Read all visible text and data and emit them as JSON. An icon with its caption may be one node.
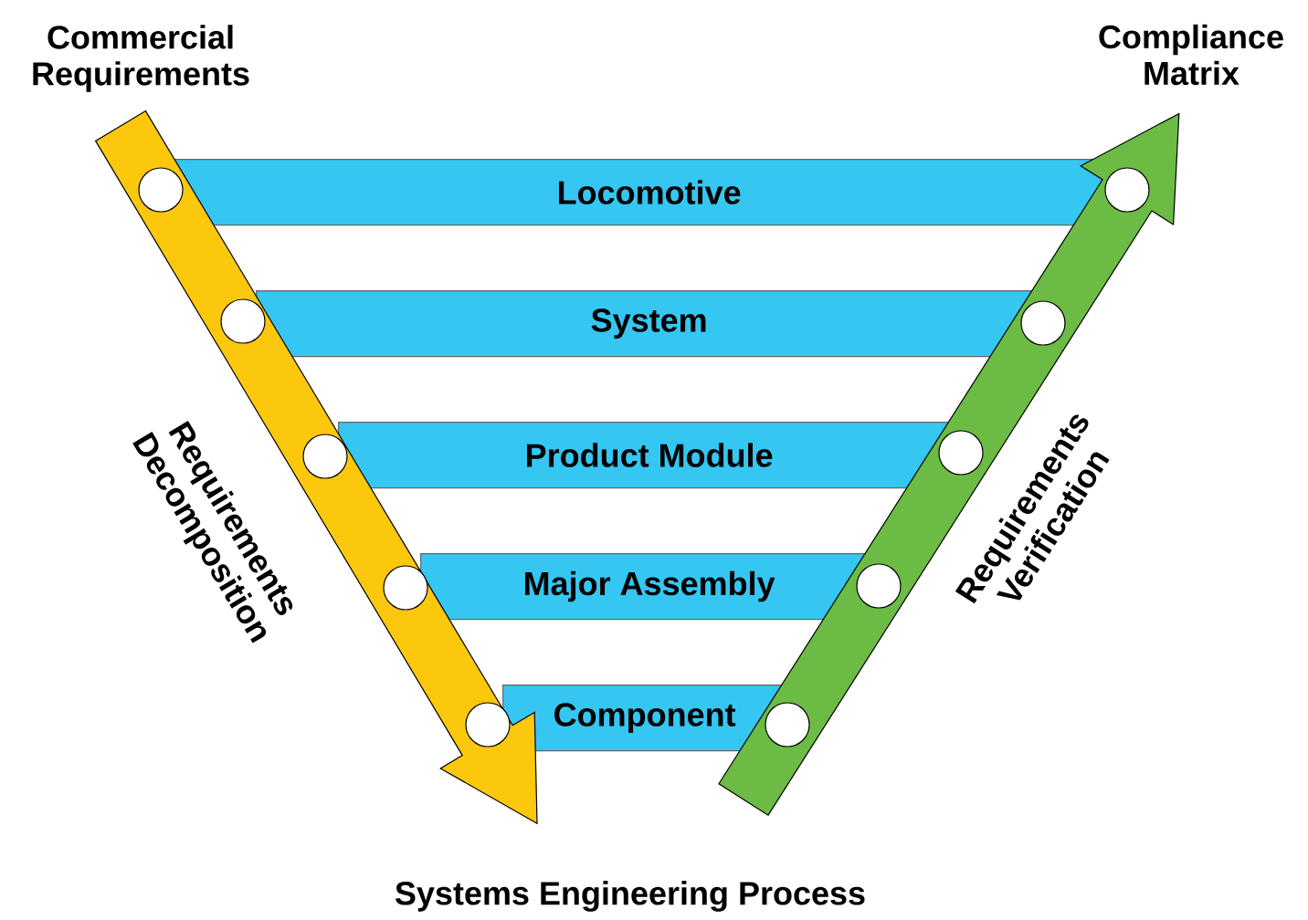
{
  "diagram": {
    "caption": "Systems Engineering Process",
    "nodes": [
      {
        "text": [
          "Locomotive"
        ]
      },
      {
        "text": [
          "System"
        ]
      },
      {
        "text": [
          "Product Module"
        ]
      },
      {
        "text": [
          "Major Assembly"
        ]
      },
      {
        "text": [
          "Component"
        ]
      }
    ],
    "labels": [
      "Commercial Requirements",
      "Compliance Matrix",
      "Requirements Decomposition",
      "Requirements Verification"
    ]
  }
}
